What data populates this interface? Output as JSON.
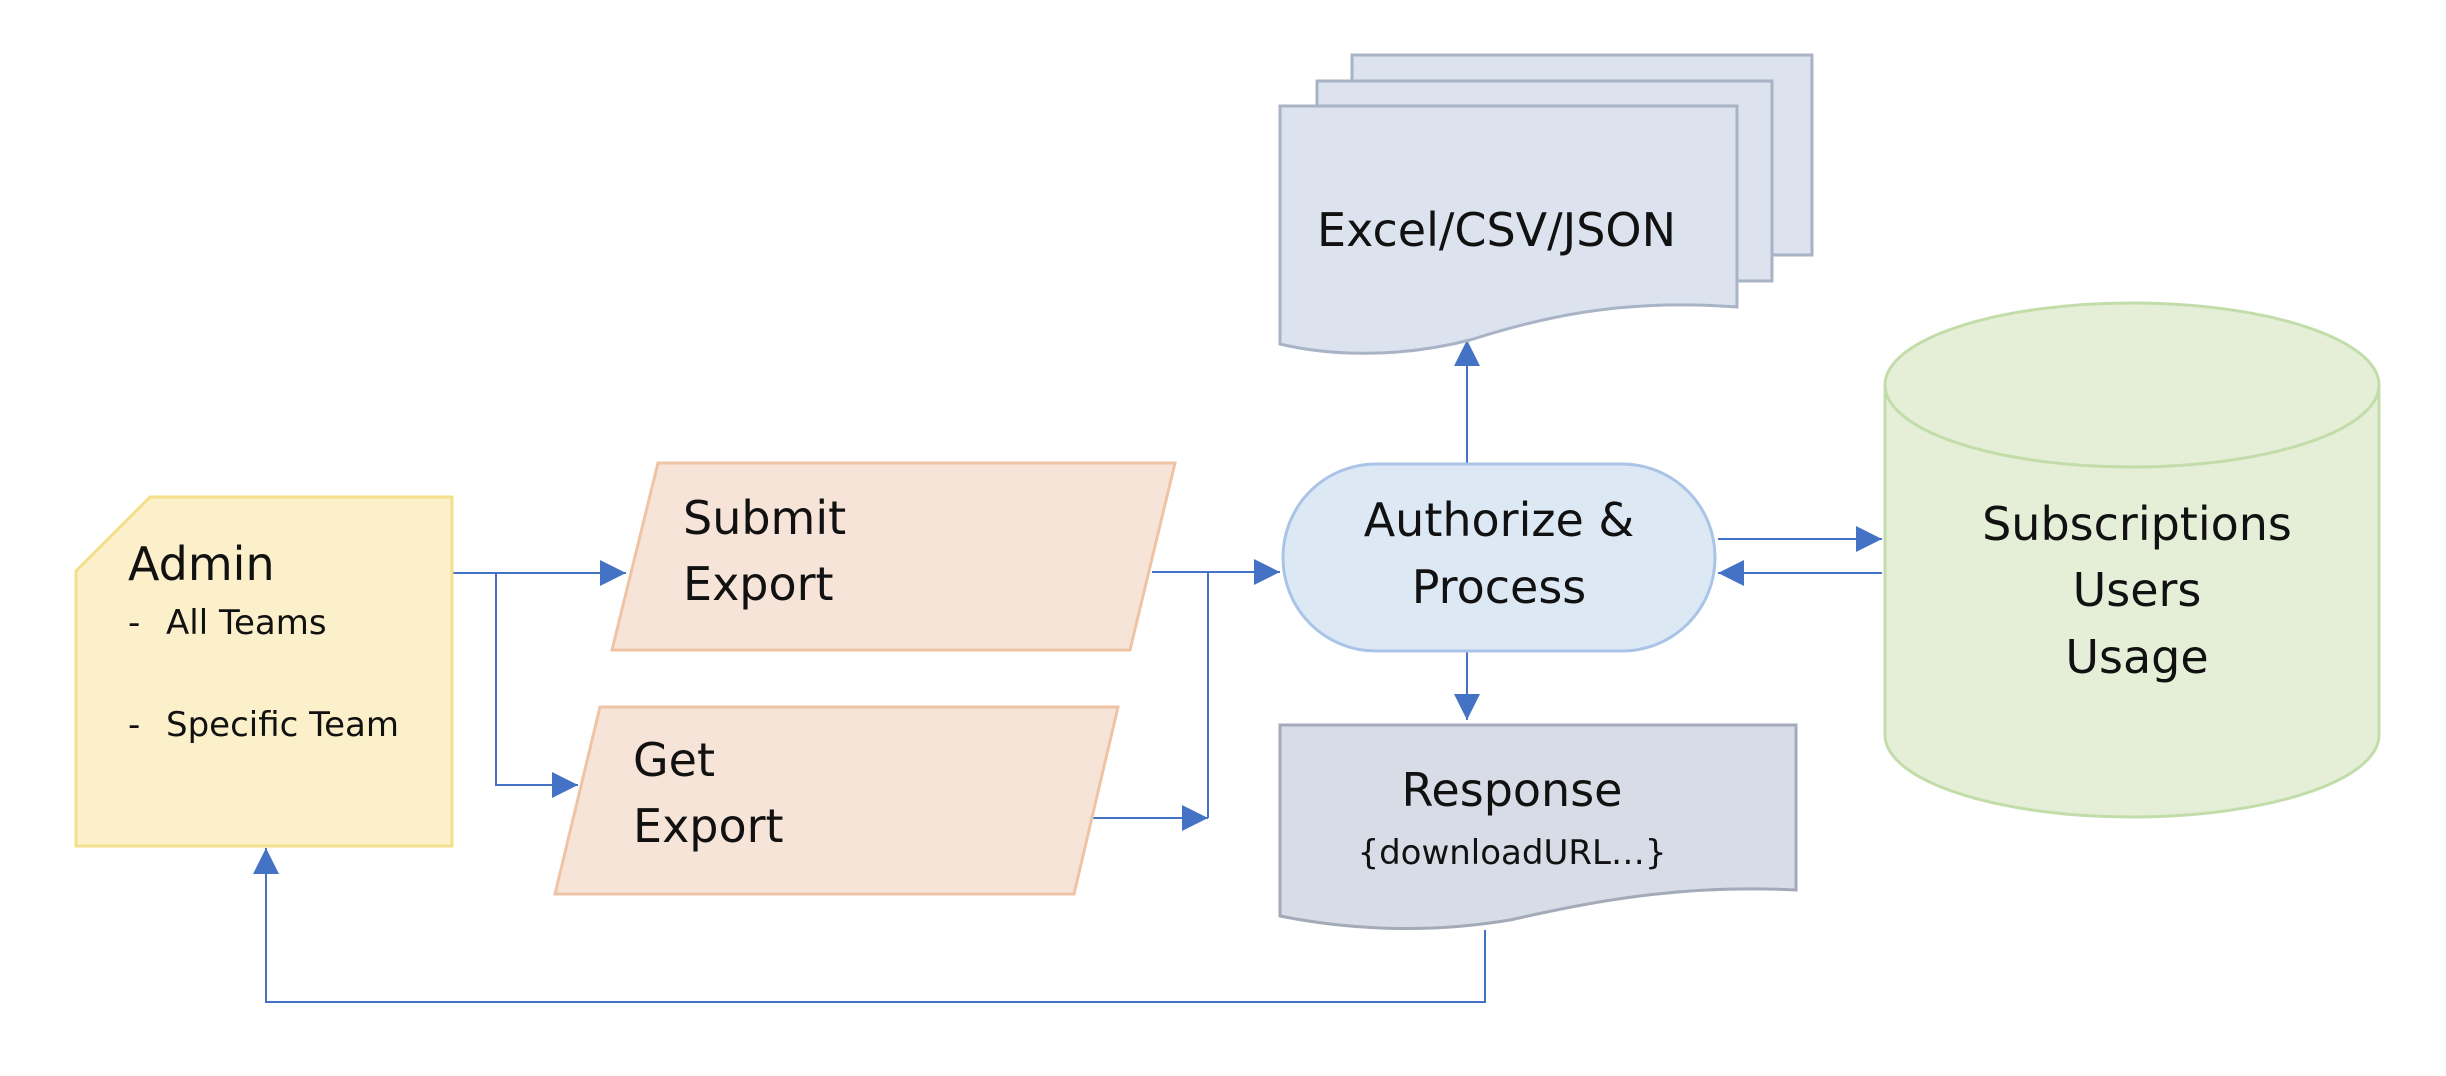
{
  "admin": {
    "title": "Admin",
    "items": [
      "All Teams",
      "Specific Team"
    ],
    "bullet": "-"
  },
  "submit_export": {
    "line1": "Submit",
    "line2": "Export"
  },
  "get_export": {
    "line1": "Get",
    "line2": "Export"
  },
  "authorize": {
    "line1": "Authorize &",
    "line2": "Process"
  },
  "output_docs": {
    "label": "Excel/CSV/JSON"
  },
  "response": {
    "title": "Response",
    "subtitle": "{downloadURL…}"
  },
  "database": {
    "lines": [
      "Subscriptions",
      "Users",
      "Usage"
    ]
  },
  "colors": {
    "connector": "#4472c4",
    "admin_fill": "#fbf0c9",
    "admin_stroke": "#f6df8a",
    "io_fill": "#f7e4d8",
    "io_stroke": "#efc4a5",
    "process_fill": "#dde8f5",
    "process_stroke": "#a9c4e6",
    "doc_fill": "#dce3ef",
    "doc_stroke": "#a9b3c6",
    "response_fill": "#d7dce6",
    "response_stroke": "#a3aab8",
    "db_fill": "#e5efd8",
    "db_stroke": "#c2ddaa"
  }
}
